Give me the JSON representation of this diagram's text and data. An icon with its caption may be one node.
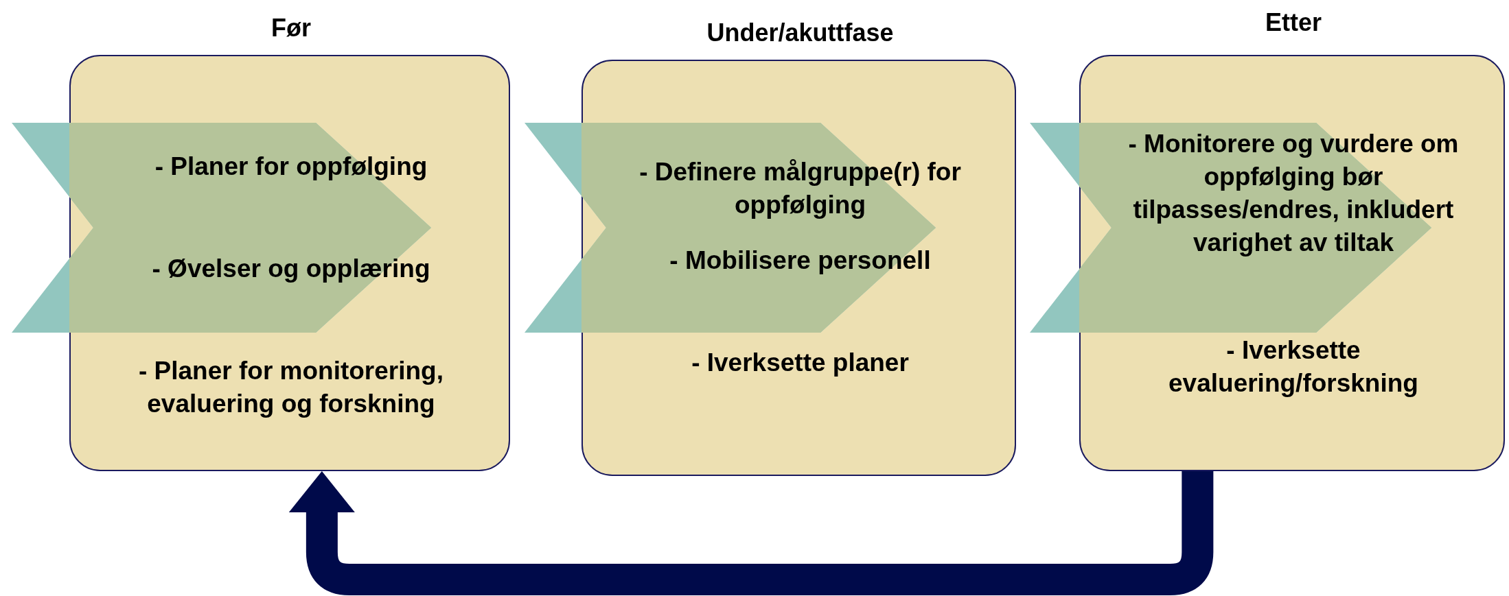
{
  "diagram": {
    "nodes": [
      {
        "text": [
          "Før",
          "- Planer for oppfølging",
          "- Øvelser og opplæring",
          "- Planer for monitorering, evaluering og forskning"
        ]
      },
      {
        "text": [
          "Under/akuttfase",
          "- Definere målgruppe(r) for oppfølging",
          "- Mobilisere personell",
          "- Iverksette planer"
        ]
      },
      {
        "text": [
          "Etter",
          "- Monitorere og vurdere om oppfølging bør tilpasses/endres, inkludert varighet av tiltak",
          "- Iverksette evaluering/forskning"
        ]
      }
    ],
    "edges": [
      {
        "from": 2,
        "to": 0,
        "arrow": "to"
      }
    ]
  }
}
